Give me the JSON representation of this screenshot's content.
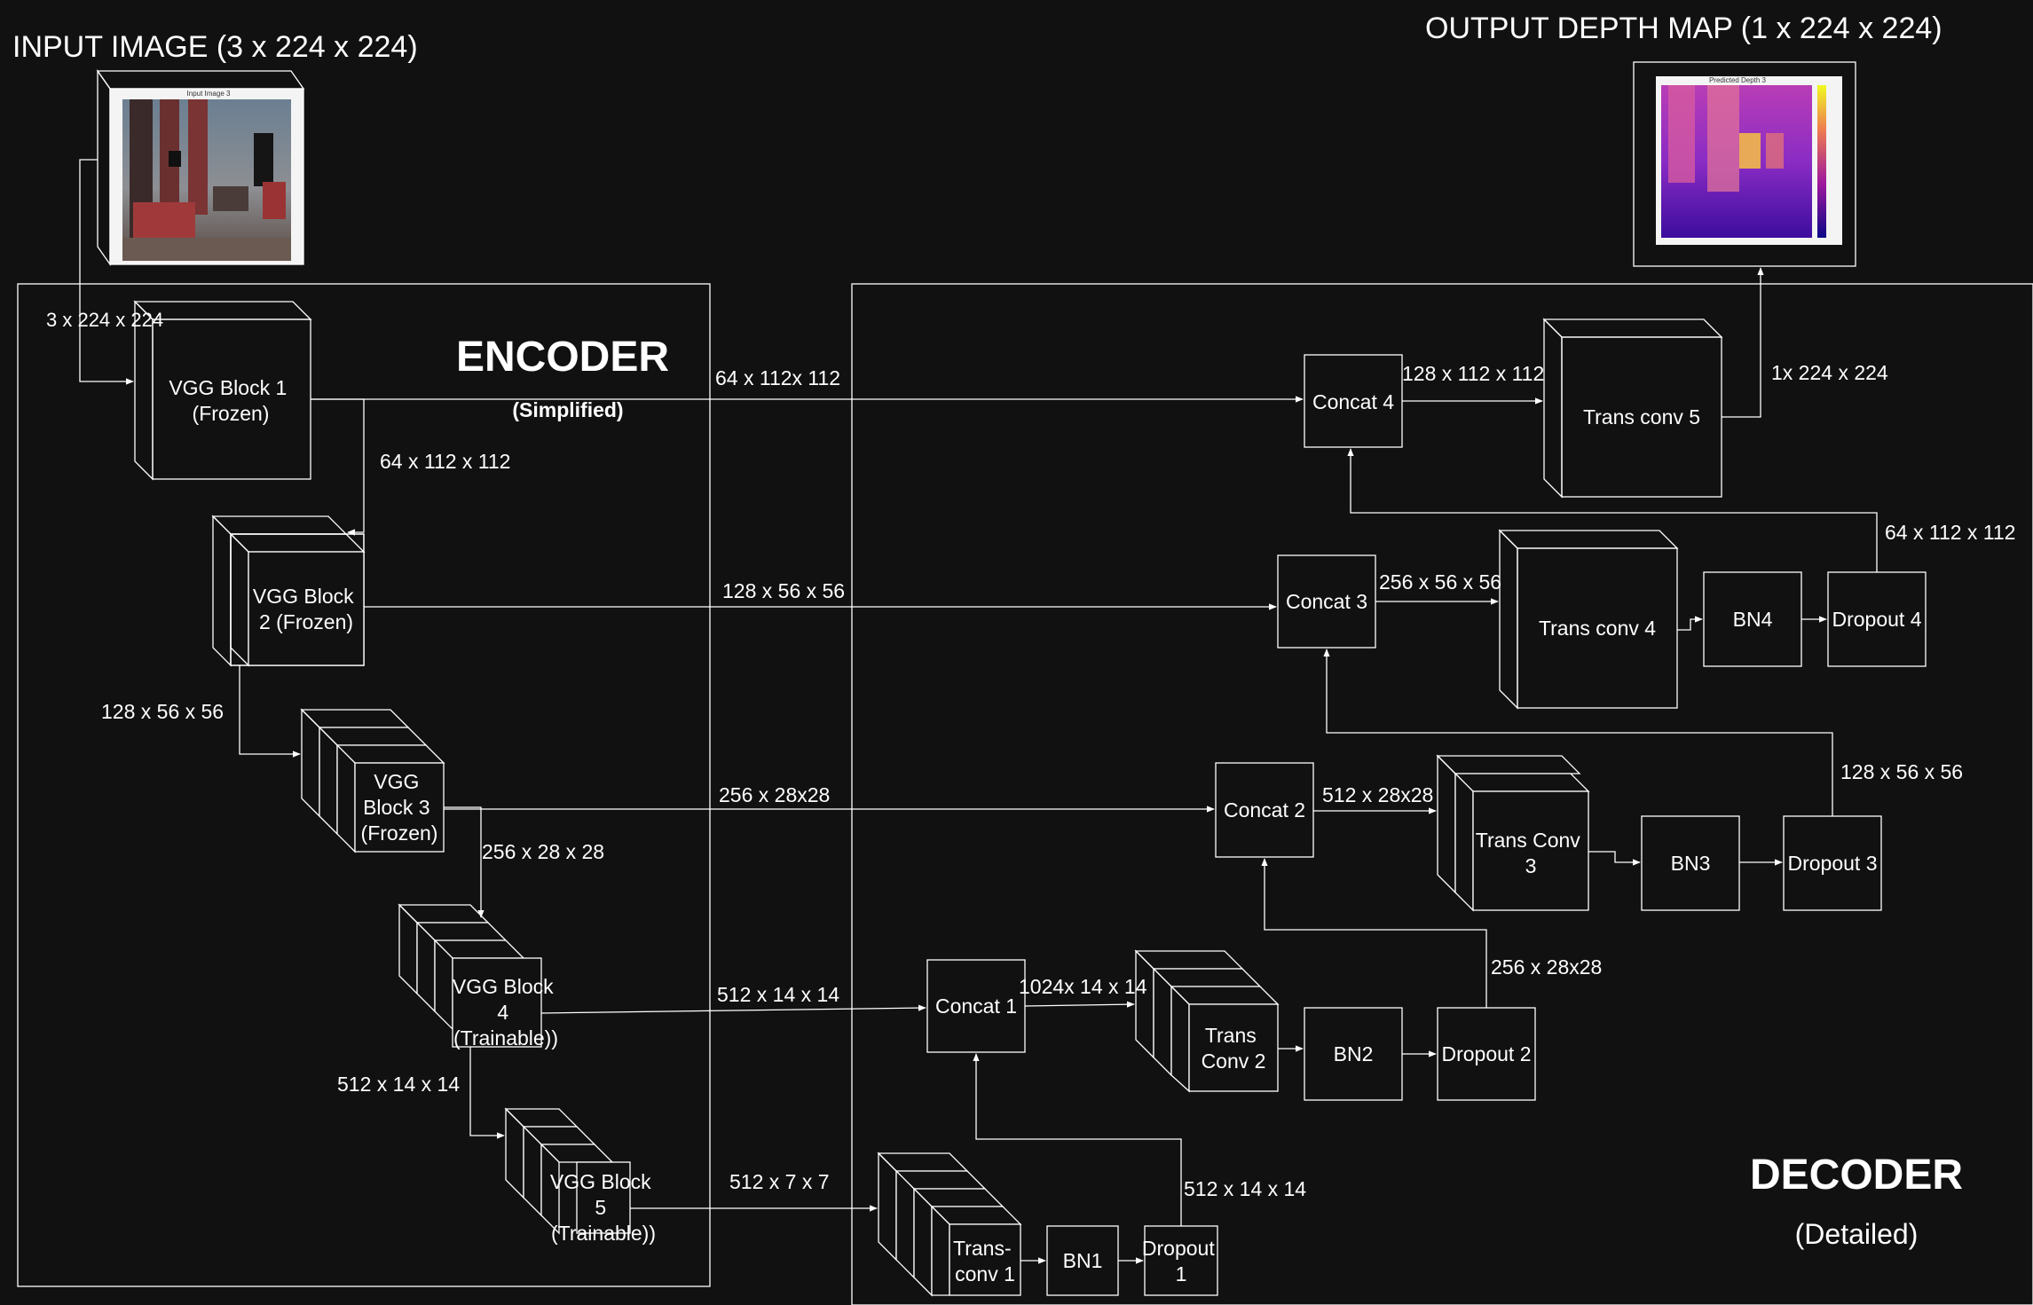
{
  "titles": {
    "input_image": "INPUT IMAGE (3 x 224 x 224)",
    "output_map": "OUTPUT DEPTH MAP (1 x 224 x 224)",
    "input_thumb_caption": "Input Image 3",
    "output_thumb_caption": "Predicted Depth 3"
  },
  "encoder": {
    "title": "ENCODER",
    "subtitle": "(Simplified)",
    "blocks": [
      [
        "VGG Block 1",
        "(Frozen)"
      ],
      [
        "VGG Block",
        "2 (Frozen)"
      ],
      [
        "VGG",
        "Block 3",
        "(Frozen)"
      ],
      [
        "VGG Block",
        "4",
        "(Trainable))"
      ],
      [
        "VGG Block",
        "5",
        "(Trainable))"
      ]
    ],
    "shape_labels": {
      "input": "3 x 224 x 224",
      "b1_b2": "64 x 112 x 112",
      "b2_b3": "128 x 56 x 56",
      "b3_b4": "256 x 28 x 28",
      "b4_b5": "512 x 14 x 14"
    }
  },
  "skips": {
    "s1": "64 x 112x 112",
    "s2": "128 x 56 x 56",
    "s3": "256 x 28x28",
    "s4": "512 x 14 x 14",
    "s5": "512 x 7 x 7"
  },
  "decoder": {
    "title": "DECODER",
    "subtitle": "(Detailed)",
    "concat": [
      "Concat 1",
      "Concat 2",
      "Concat 3",
      "Concat 4"
    ],
    "trans_conv": {
      "tc1": [
        "Trans-",
        "conv 1"
      ],
      "tc2": [
        "Trans",
        "Conv 2"
      ],
      "tc3": [
        "Trans Conv",
        "3"
      ],
      "tc4": "Trans conv 4",
      "tc5": "Trans conv 5"
    },
    "bn": [
      "BN1",
      "BN2",
      "BN3",
      "BN4"
    ],
    "dropout": {
      "d1": [
        "Dropout",
        "1"
      ],
      "d2": "Dropout 2",
      "d3": "Dropout 3",
      "d4": "Dropout 4"
    },
    "shape_labels": {
      "c1_out": "1024x 14 x 14",
      "c2_out": "512 x 28x28",
      "c3_out": "256 x 56 x 56",
      "c4_out": "128 x 112 x 112",
      "out": "1x 224 x 224",
      "d1_up": "512 x 14 x 14",
      "d2_up": "256 x 28x28",
      "d3_up": "128 x 56 x 56",
      "d4_up": "64 x 112 x 112"
    }
  },
  "colors": {
    "background": "#111112",
    "stroke": "#ffffff",
    "text": "#ffffff"
  }
}
